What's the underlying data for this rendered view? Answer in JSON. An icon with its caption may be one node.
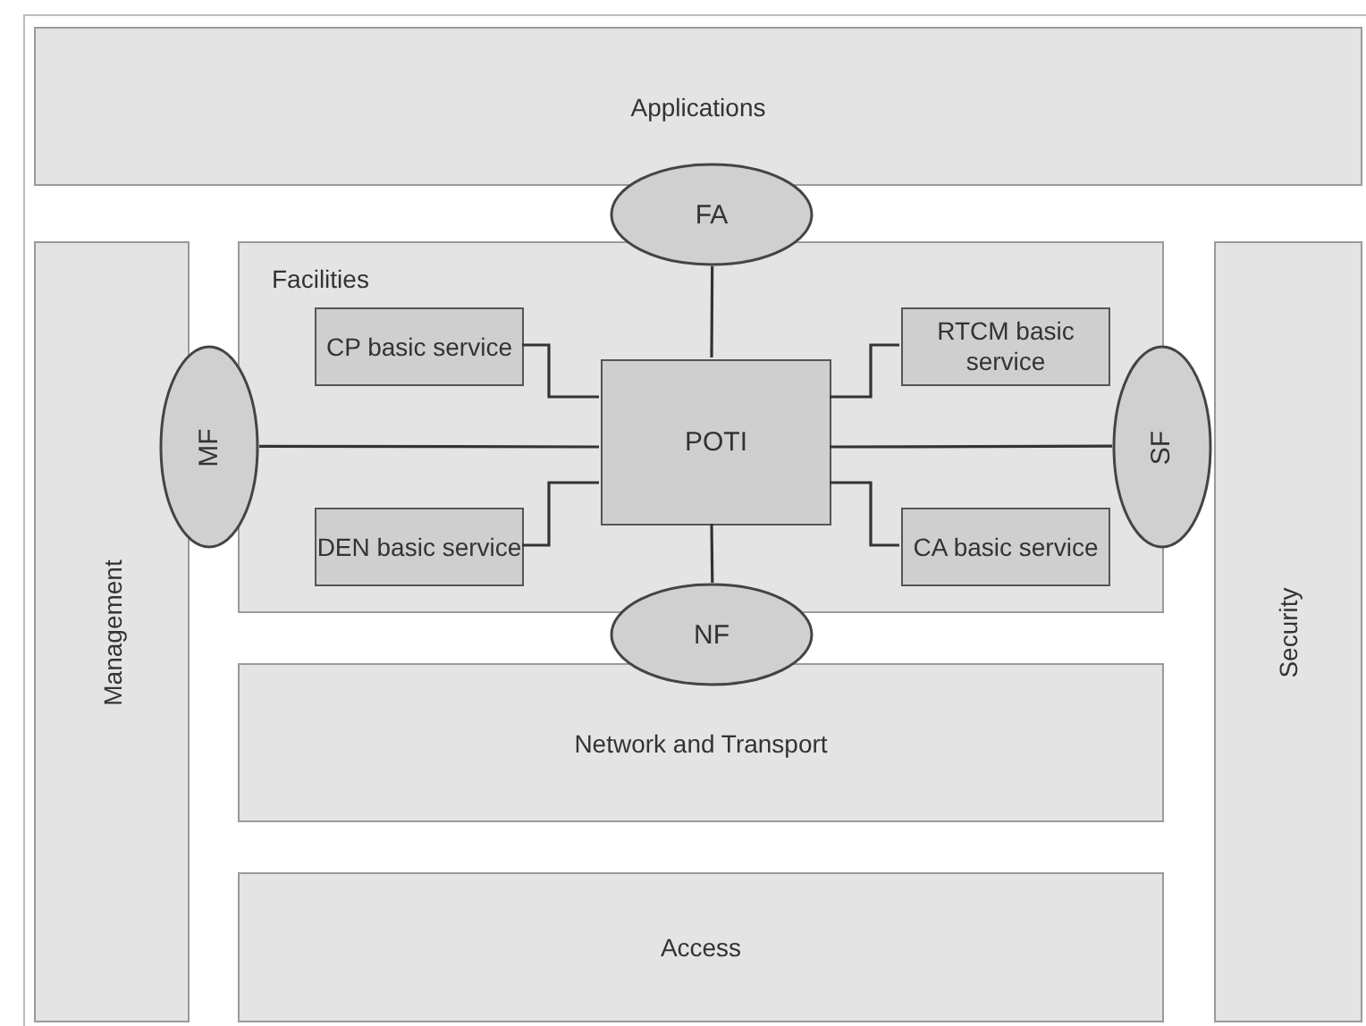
{
  "diagram": {
    "nodes": [
      {
        "text": [
          "Applications"
        ]
      },
      {
        "text": [
          "FA"
        ]
      },
      {
        "text": [
          "Management"
        ]
      },
      {
        "text": [
          "Facilities"
        ]
      },
      {
        "text": [
          "CP basic service"
        ],
        "in": 3
      },
      {
        "text": [
          "RTCM basic service"
        ],
        "in": 3
      },
      {
        "text": [
          "MF"
        ]
      },
      {
        "text": [
          "POTI"
        ],
        "in": 3
      },
      {
        "text": [
          "SF"
        ]
      },
      {
        "text": [
          "DEN basic service"
        ],
        "in": 3
      },
      {
        "text": [
          "CA basic service"
        ],
        "in": 3
      },
      {
        "text": [
          "NF"
        ]
      },
      {
        "text": [
          "Network and Transport"
        ]
      },
      {
        "text": [
          "Security"
        ]
      },
      {
        "text": [
          "Access"
        ]
      }
    ],
    "edges": [
      {
        "from": 1,
        "to": 7,
        "arrow": "none"
      },
      {
        "from": 4,
        "to": 7,
        "arrow": "none"
      },
      {
        "from": 5,
        "to": 7,
        "arrow": "none"
      },
      {
        "from": 6,
        "to": 7,
        "arrow": "none"
      },
      {
        "from": 7,
        "to": 8,
        "arrow": "none"
      },
      {
        "from": 9,
        "to": 7,
        "arrow": "none"
      },
      {
        "from": 10,
        "to": 7,
        "arrow": "none"
      },
      {
        "from": 7,
        "to": 11,
        "arrow": "none"
      }
    ]
  }
}
